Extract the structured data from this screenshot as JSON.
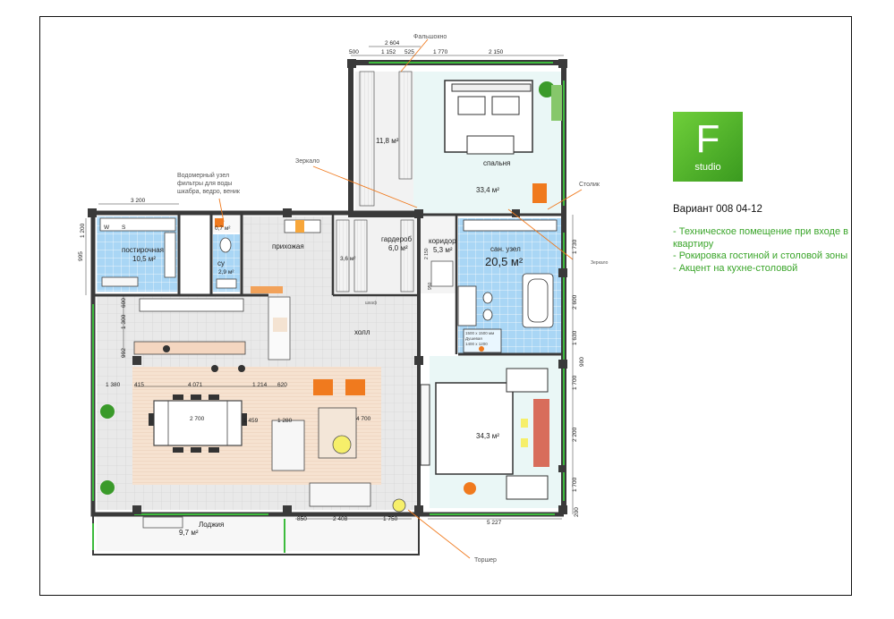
{
  "logo": {
    "letter": "F",
    "word": "studio"
  },
  "variant_title": "Вариант 008 04-12",
  "notes": [
    "- Техническое помещение при входе в квартиру",
    "- Рокировка гостиной и столовой зоны",
    "- Акцент на кухне-столовой"
  ],
  "rooms": {
    "wardrobe_big": "11,8 м²",
    "bedroom_name": "спальня",
    "bedroom_area": "33,4 м²",
    "laundry_name": "постирочная",
    "laundry_area": "10,5 м²",
    "tech_area": "0,7 м²",
    "wc_name": "су",
    "wc_area": "2,9 м²",
    "hallway": "прихожая",
    "wardrobe_name": "гардероб",
    "wardrobe_area": "6,0 м²",
    "closet_area": "3,6 м²",
    "corridor_name": "коридор",
    "corridor_area": "5,3 м²",
    "bath_name": "сан. узел",
    "bath_area": "20,5 м²",
    "hall": "холл",
    "bedroom2_area": "34,3 м²",
    "loggia_name": "Лоджия",
    "loggia_area": "9,7 м²",
    "laundry_w": "W",
    "laundry_s": "S"
  },
  "callouts": {
    "false_window": "Фальшокно",
    "mirror": "Зеркало",
    "meter": "Водомерный узел",
    "filters": "фильтры для воды",
    "cabinet": "шкабра, ведро, веник",
    "table": "Столик",
    "mirror2": "Зеркало",
    "torshere": "Торшер",
    "wardrobe_inner": "шкаф",
    "bath_note1": "1500 x 1500 мм",
    "bath_note2": "Душевая",
    "bath_note3": "1400 x 1200"
  },
  "dims": {
    "top_total": "2 604",
    "top_500": "500",
    "top_1152": "1 152",
    "top_525": "525",
    "top_1770": "1 770",
    "top_2150": "2 150",
    "left_3200": "3 200",
    "left_1200": "1 200",
    "left_995": "995",
    "left_600": "600",
    "left_1300": "1 300",
    "left_992": "992",
    "mid_1380": "1 380",
    "mid_415": "415",
    "mid_4071": "4 071",
    "mid_1214": "1 214",
    "mid_620": "620",
    "table_2700": "2 700",
    "mid_1459": "1 459",
    "mid_1280": "1 280",
    "mid_4700": "4 700",
    "bottom_850": "850",
    "bottom_2408": "2 408",
    "bottom_1750": "1 750",
    "bottom_5227": "5 227",
    "right_1730": "1 730",
    "right_2600": "2 600",
    "right_1630": "1 630",
    "right_900": "900",
    "right_1700a": "1 700",
    "right_2200": "2 200",
    "right_1700b": "1 700",
    "right_200": "200",
    "corr_2150": "2 150",
    "corr_950": "950"
  },
  "colors": {
    "tile_blue": "#a9d6f5",
    "floor_grey": "#e6e6e6",
    "wood": "#f6e2d0",
    "orange": "#f07a1e",
    "green_text": "#3aa52a"
  }
}
